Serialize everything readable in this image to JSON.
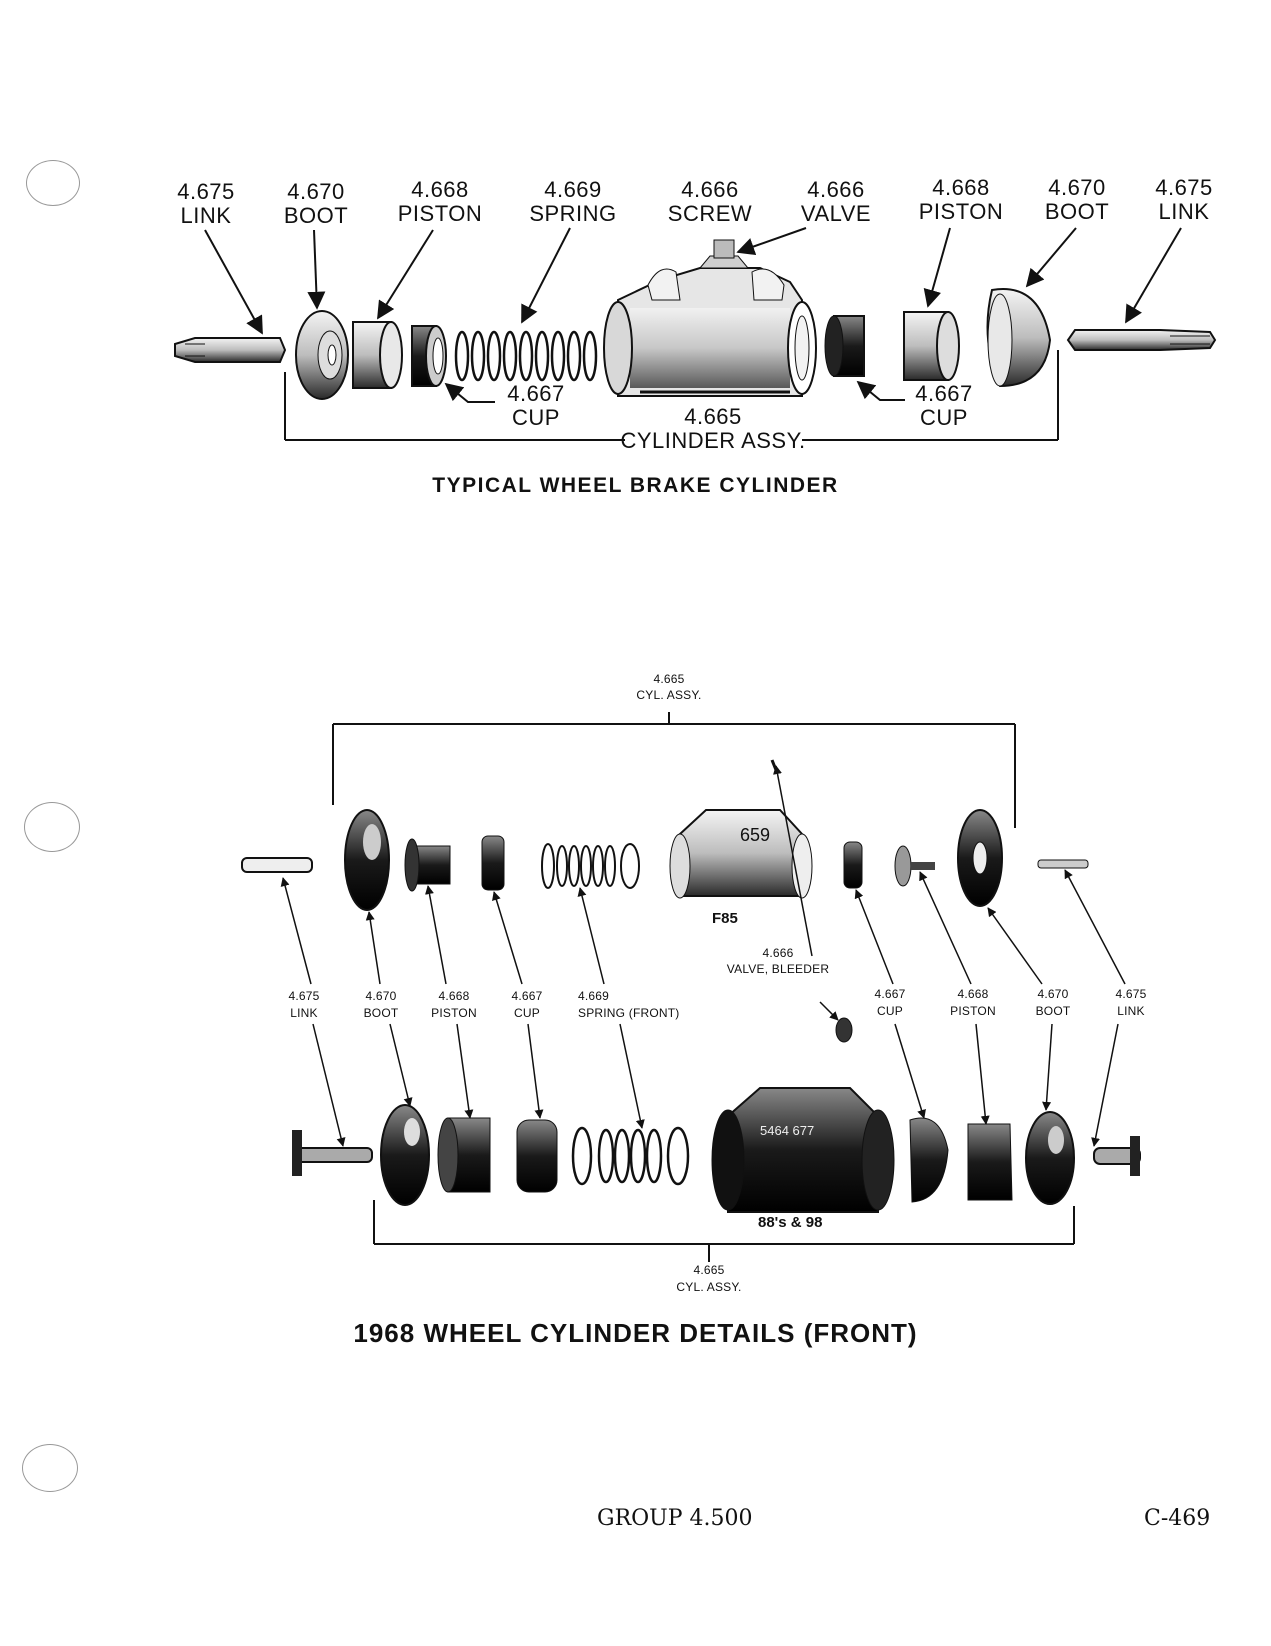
{
  "diagram1": {
    "caption": "TYPICAL WHEEL BRAKE CYLINDER",
    "labels": [
      {
        "num": "4.675",
        "name": "LINK"
      },
      {
        "num": "4.670",
        "name": "BOOT"
      },
      {
        "num": "4.668",
        "name": "PISTON"
      },
      {
        "num": "4.669",
        "name": "SPRING"
      },
      {
        "num": "4.666",
        "name": "SCREW"
      },
      {
        "num": "4.666",
        "name": "VALVE"
      },
      {
        "num": "4.668",
        "name": "PISTON"
      },
      {
        "num": "4.670",
        "name": "BOOT"
      },
      {
        "num": "4.675",
        "name": "LINK"
      }
    ],
    "cup_left": {
      "num": "4.667",
      "name": "CUP"
    },
    "cup_right": {
      "num": "4.667",
      "name": "CUP"
    },
    "assembly": {
      "num": "4.665",
      "name": "CYLINDER ASSY."
    }
  },
  "diagram2": {
    "caption": "1968 WHEEL CYLINDER DETAILS (FRONT)",
    "top_assembly": {
      "num": "4.665",
      "name": "CYL. ASSY."
    },
    "bottom_assembly": {
      "num": "4.665",
      "name": "CYL. ASSY."
    },
    "bleeder": {
      "num": "4.666",
      "name": "VALVE, BLEEDER"
    },
    "labels": [
      {
        "num": "4.675",
        "name": "LINK"
      },
      {
        "num": "4.670",
        "name": "BOOT"
      },
      {
        "num": "4.668",
        "name": "PISTON"
      },
      {
        "num": "4.667",
        "name": "CUP"
      },
      {
        "num": "4.669",
        "name": "SPRING (FRONT)"
      },
      {
        "num": "4.667",
        "name": "CUP"
      },
      {
        "num": "4.668",
        "name": "PISTON"
      },
      {
        "num": "4.670",
        "name": "BOOT"
      },
      {
        "num": "4.675",
        "name": "LINK"
      }
    ],
    "model_top": "F85",
    "model_bottom": "88's & 98",
    "casting_top": "659",
    "casting_bottom": "5464 677"
  },
  "footer": {
    "group": "GROUP 4.500",
    "page": "C-469"
  }
}
